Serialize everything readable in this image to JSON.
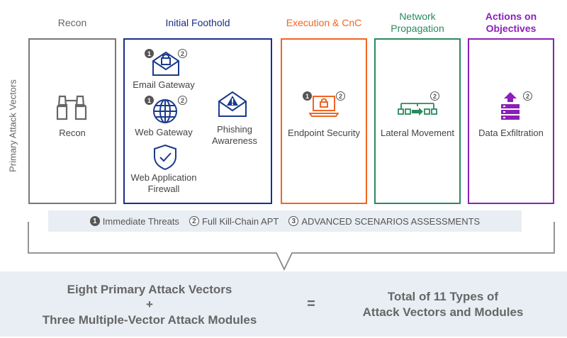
{
  "side_label": "Primary Attack Vectors",
  "columns": {
    "recon": {
      "title": "Recon",
      "color": "#666666",
      "label": "Recon"
    },
    "initial_foothold": {
      "title": "Initial Foothold",
      "color": "#1a2f8c",
      "items": {
        "email_gateway": "Email Gateway",
        "web_gateway": "Web Gateway",
        "phishing": "Phishing Awareness",
        "waf": "Web Application Firewall"
      }
    },
    "execution": {
      "title": "Execution & CnC",
      "color": "#f26522",
      "label": "Endpoint Security"
    },
    "network": {
      "title": "Network Propagation",
      "color": "#2a8a5e",
      "label": "Lateral Movement"
    },
    "actions": {
      "title": "Actions on Objectives",
      "color": "#8b1fb8",
      "label": "Data Exfiltration"
    }
  },
  "badges": {
    "one": "1",
    "two": "2",
    "three": "3"
  },
  "legend": {
    "immediate": "Immediate Threats",
    "full": "Full Kill-Chain APT",
    "advanced": "ADVANCED SCENARIOS ASSESSMENTS"
  },
  "equation": {
    "line1": "Eight Primary Attack Vectors",
    "plus": "+",
    "line2": "Three Multiple-Vector Attack Modules",
    "equals": "=",
    "result1": "Total of 11 Types of",
    "result2": "Attack Vectors and Modules"
  }
}
